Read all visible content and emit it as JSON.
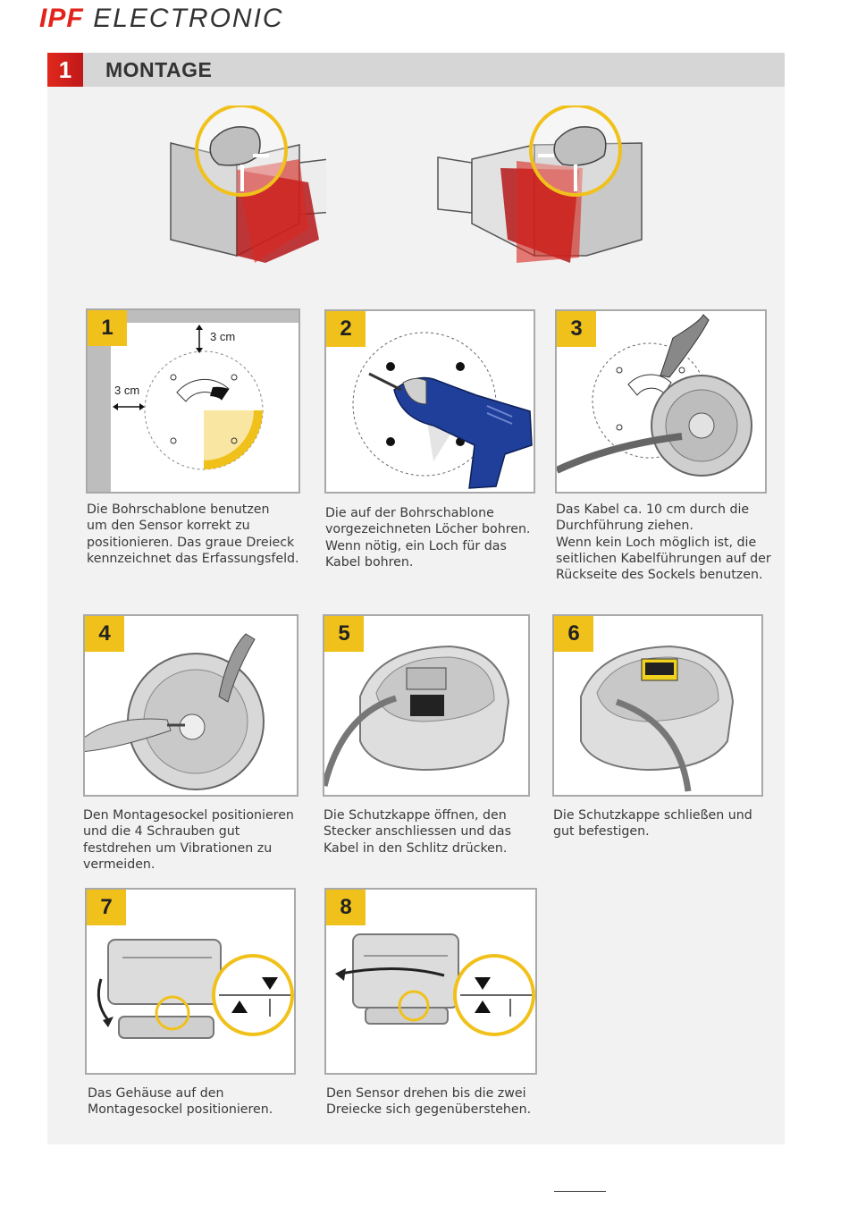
{
  "brand": {
    "ipf": "IPF",
    "electronic": "ELECTRONIC"
  },
  "section": {
    "number": "1",
    "title": "MONTAGE"
  },
  "steps": [
    {
      "number": "1",
      "labels": [
        "3 cm",
        "3 cm"
      ],
      "caption": [
        "Die Bohrschablone benutzen",
        "um den Sensor korrekt zu",
        "positionieren. Das graue Dreieck",
        "kennzeichnet das Erfassungsfeld."
      ]
    },
    {
      "number": "2",
      "caption": [
        "Die auf der Bohrschablone",
        "vorgezeichneten Löcher bohren.",
        "Wenn nötig, ein Loch für das",
        "Kabel bohren."
      ]
    },
    {
      "number": "3",
      "caption": [
        "Das Kabel ca. 10 cm durch die",
        "Durchführung ziehen.",
        "Wenn kein Loch möglich ist, die",
        "seitlichen Kabelführungen auf der",
        "Rückseite des Sockels benutzen."
      ]
    },
    {
      "number": "4",
      "caption": [
        "Den Montagesockel positionieren",
        "und die 4 Schrauben gut",
        "festdrehen um Vibrationen zu",
        "vermeiden."
      ]
    },
    {
      "number": "5",
      "caption": [
        "Die Schutzkappe öffnen, den",
        "Stecker anschliessen und das",
        "Kabel in den Schlitz drücken."
      ]
    },
    {
      "number": "6",
      "caption": [
        "Die Schutzkappe schließen und",
        "gut befestigen."
      ]
    },
    {
      "number": "7",
      "caption": [
        "Das Gehäuse auf den",
        "Montagesockel positionieren."
      ]
    },
    {
      "number": "8",
      "caption": [
        "Den Sensor drehen bis die zwei",
        "Dreiecke sich gegenüberstehen."
      ]
    }
  ],
  "colors": {
    "brand_red": "#e2231a",
    "step_yellow": "#f1c11b",
    "panel_gray": "#f2f2f2",
    "bar_gray": "#d6d6d6",
    "field_red": "#c8261c"
  }
}
